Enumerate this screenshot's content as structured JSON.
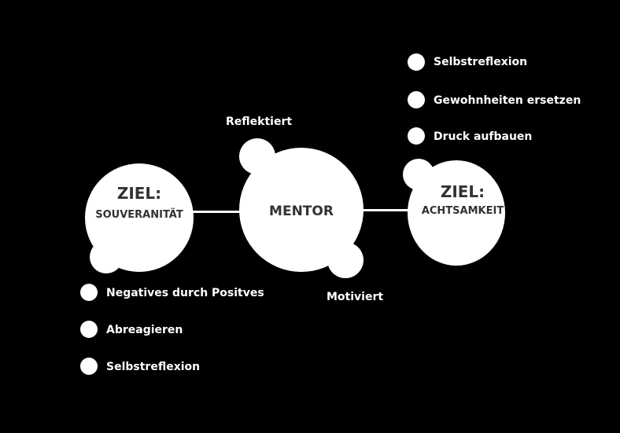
{
  "colors": {
    "background": "#000000",
    "shape": "#ffffff",
    "node_text": "#333333",
    "label_text": "#ffffff"
  },
  "left_node": {
    "title": "ZIEL:",
    "subtitle": "SOUVERANITÄT"
  },
  "center_node": {
    "title": "MENTOR"
  },
  "right_node": {
    "title": "ZIEL:",
    "subtitle": "ACHTSAMKEIT"
  },
  "mentor_labels": {
    "top": "Reflektiert",
    "bottom": "Motiviert"
  },
  "right_list": [
    "Selbstreflexion",
    "Gewohnheiten ersetzen",
    "Druck aufbauen"
  ],
  "left_list": [
    "Negatives durch Positves",
    "Abreagieren",
    "Selbstreflexion"
  ]
}
